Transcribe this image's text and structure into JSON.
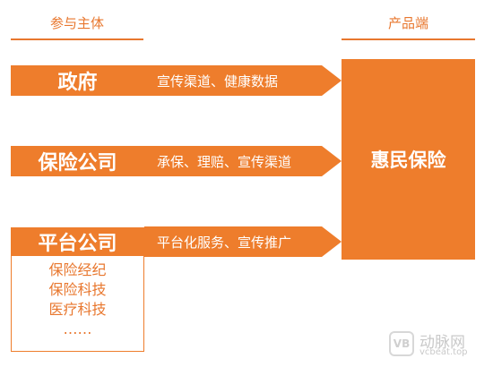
{
  "headers": {
    "left": "参与主体",
    "right": "产品端"
  },
  "participants": [
    {
      "label": "政府",
      "arrow": "宣传渠道、健康数据"
    },
    {
      "label": "保险公司",
      "arrow": "承保、理赔、宣传渠道"
    },
    {
      "label": "平台公司",
      "arrow": "平台化服务、宣传推广"
    }
  ],
  "platform_subtypes": [
    "保险经纪",
    "保险科技",
    "医疗科技",
    "……"
  ],
  "product": "惠民保险",
  "watermark": {
    "logo": "VB",
    "name": "动脉网",
    "url": "vcbeat.top"
  },
  "colors": {
    "accent": "#ee7d2c",
    "text_on_accent": "#ffffff"
  }
}
